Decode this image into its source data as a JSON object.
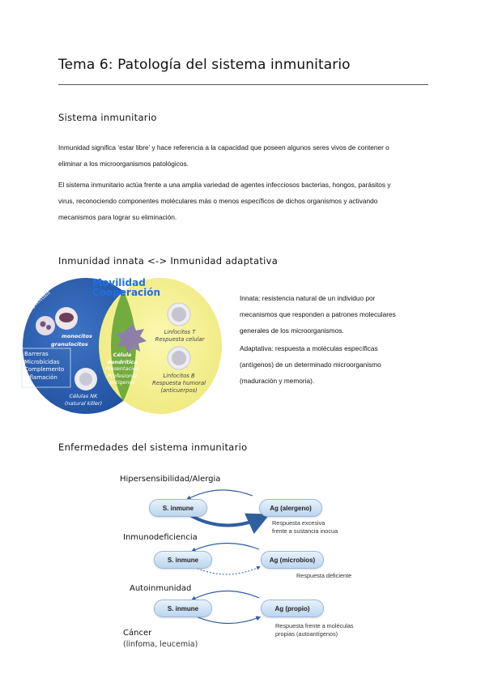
{
  "title": "Tema 6: Patología del sistema inmunitario",
  "s1": {
    "heading": "Sistema inmunitario",
    "p1a": "Inmunidad significa ‘estar libre’ y hace referencia a la capacidad que poseen algunos seres vivos de contener o",
    "p1b": "eliminar a los microorganismos patológicos.",
    "p2a": "El sistema inmunitario actúa frente a una amplia variedad de agentes infecciosos bacterias, hongos, parásitos y",
    "p2b": "virus, reconociendo componentes moléculares más o menos específicos de dichos organismos y activando",
    "p2c": "mecanismos para lograr su eliminación."
  },
  "s2": {
    "heading": "Inmunidad innata <-> Inmunidad adaptativa",
    "innata": [
      "Innata: resistencia natural de un individuo por",
      "mecanismos que responden a patrones moleculares",
      "generales de los microorganismos."
    ],
    "adaptativa": [
      "Adaptativa: respuesta a moléculas específicas",
      "(antígenos) de un determinado microorganismo",
      "(maduración y memoria)."
    ],
    "venn": {
      "movilidad": "Movilidad",
      "cooperacion": "Cooperación",
      "fagocitosis": "Fagocitosis",
      "monocitos": "monocitos",
      "granulocitos": "granulocitos",
      "barreras": [
        "Barreras",
        "Microbicidas",
        "Complemento",
        "Inflamación"
      ],
      "nk": [
        "Células NK",
        "(natural killer)"
      ],
      "dendritica": [
        "Célula",
        "dendrítica",
        "Presentación",
        "Profesional",
        "antígenos"
      ],
      "linfT": [
        "Linfocitos T",
        "Respuesta celular"
      ],
      "linfB": [
        "Linfocitos B",
        "Respuesta humoral",
        "(anticuerpos)"
      ]
    }
  },
  "s3": {
    "heading": "Enfermedades del sistema inmunitario",
    "diagram": {
      "hiper": "Hipersensibilidad/Alergia",
      "inmuno": "Inmunodeficiencia",
      "auto": "Autoinmunidad",
      "cancer": "Cáncer",
      "cancer_sub": "(linfoma, leucemia)",
      "s_inmune": "S. inmune",
      "ag_alergeno": "Ag (alergeno)",
      "ag_microbios": "Ag (microbios)",
      "ag_propio": "Ag (propio)",
      "resp_excesiva": [
        "Respuesta excesiva",
        "frente a sustancia inocua"
      ],
      "resp_deficiente": "Respuesta deficiente",
      "resp_propias": [
        "Respuesta frente a moléculas",
        "propias (autoantígenos)"
      ]
    }
  }
}
